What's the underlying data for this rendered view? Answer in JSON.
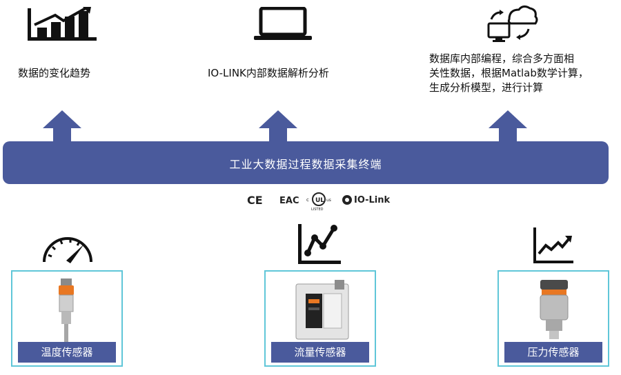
{
  "top_items": [
    {
      "label": "数据的变化趋势",
      "icon": "bar-chart-trend-icon"
    },
    {
      "label": "IO-LINK内部数据解析分析",
      "icon": "laptop-icon"
    },
    {
      "label_lines": [
        "数据库内部编程，综合多方面相",
        "关性数据，根据Matlab数学计算，",
        "生成分析模型，进行计算"
      ],
      "icon": "cloud-sync-computer-icon"
    }
  ],
  "bar": {
    "label": "工业大数据过程数据采集终端"
  },
  "certifications": [
    "CE",
    "EAC",
    "cULus LISTED",
    "IO-Link"
  ],
  "sensors": [
    {
      "label": "温度传感器",
      "icon": "gauge-icon"
    },
    {
      "label": "流量传感器",
      "icon": "line-graph-icon"
    },
    {
      "label": "压力传感器",
      "icon": "rising-trend-icon"
    }
  ],
  "colors": {
    "accent": "#4a5a9c",
    "card_border": "#5fc6d8",
    "text": "#111111"
  }
}
